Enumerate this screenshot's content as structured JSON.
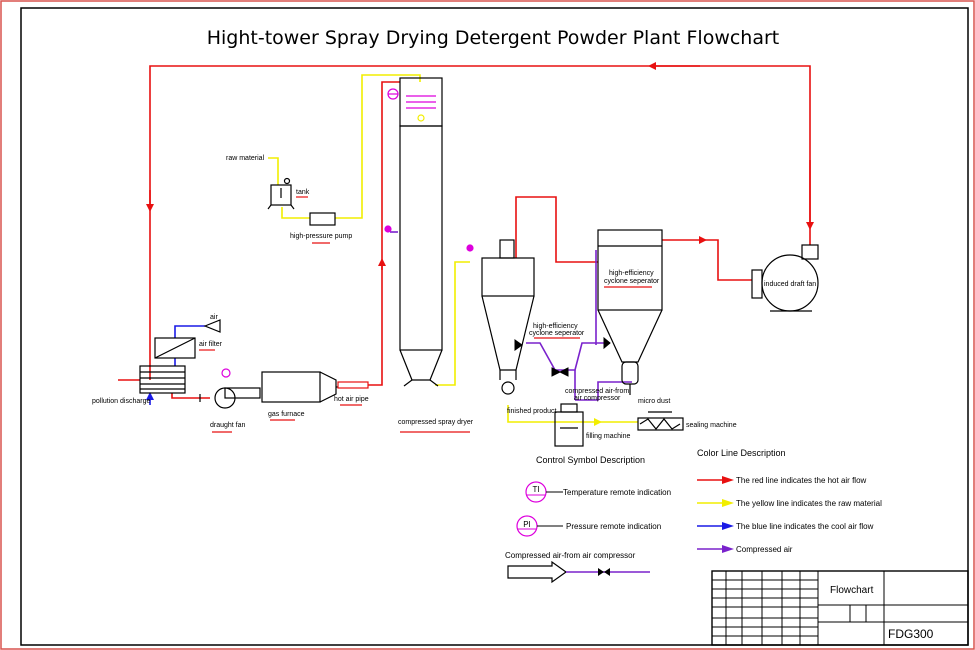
{
  "title": "Hight-tower Spray Drying Detergent Powder Plant Flowchart",
  "labels": {
    "raw_material": "raw material",
    "tank": "tank",
    "pump": "high-pressure pump",
    "air": "air",
    "air_filter": "air filter",
    "pollution": "pollution discharge",
    "draught_fan": "draught fan",
    "gas_furnace": "gas furnace",
    "hot_air_pipe": "hot air pipe",
    "spray_dryer": "compressed spray dryer",
    "cyclone1_l1": "high-efficiency",
    "cyclone1_l2": "cyclone seperator",
    "cyclone2_l1": "high-efficiency",
    "cyclone2_l2": "cyclone seperator",
    "induced_fan": "induced draft fan",
    "compressed_l1": "compressed air-from",
    "compressed_l2": "air compressor",
    "micro_dust": "micro dust",
    "finished": "finished product",
    "filling": "filling machine",
    "sealing": "sealing machine"
  },
  "control": {
    "title": "Control Symbol Description",
    "ti_symbol": "TI",
    "ti_label": "Temperature remote indication",
    "pi_symbol": "PI",
    "pi_label": "Pressure remote indication",
    "compressed_label": "Compressed air-from air compressor"
  },
  "legend": {
    "title": "Color Line Description",
    "items": [
      {
        "label": "The red line indicates the hot air flow",
        "color": "#e81010"
      },
      {
        "label": "The yellow line indicates the raw material",
        "color": "#f2ee00"
      },
      {
        "label": "The blue line indicates the cool air flow",
        "color": "#1a1ae6"
      },
      {
        "label": "Compressed air",
        "color": "#7a22cc"
      }
    ]
  },
  "titleblock": {
    "name": "Flowchart",
    "code": "FDG300"
  },
  "colors": {
    "hot_air": "#e81010",
    "raw_material": "#f2ee00",
    "cool_air": "#1a1ae6",
    "compressed_air": "#7a22cc",
    "instrument": "#dd00dd",
    "frame_outer": "#d9534f"
  }
}
